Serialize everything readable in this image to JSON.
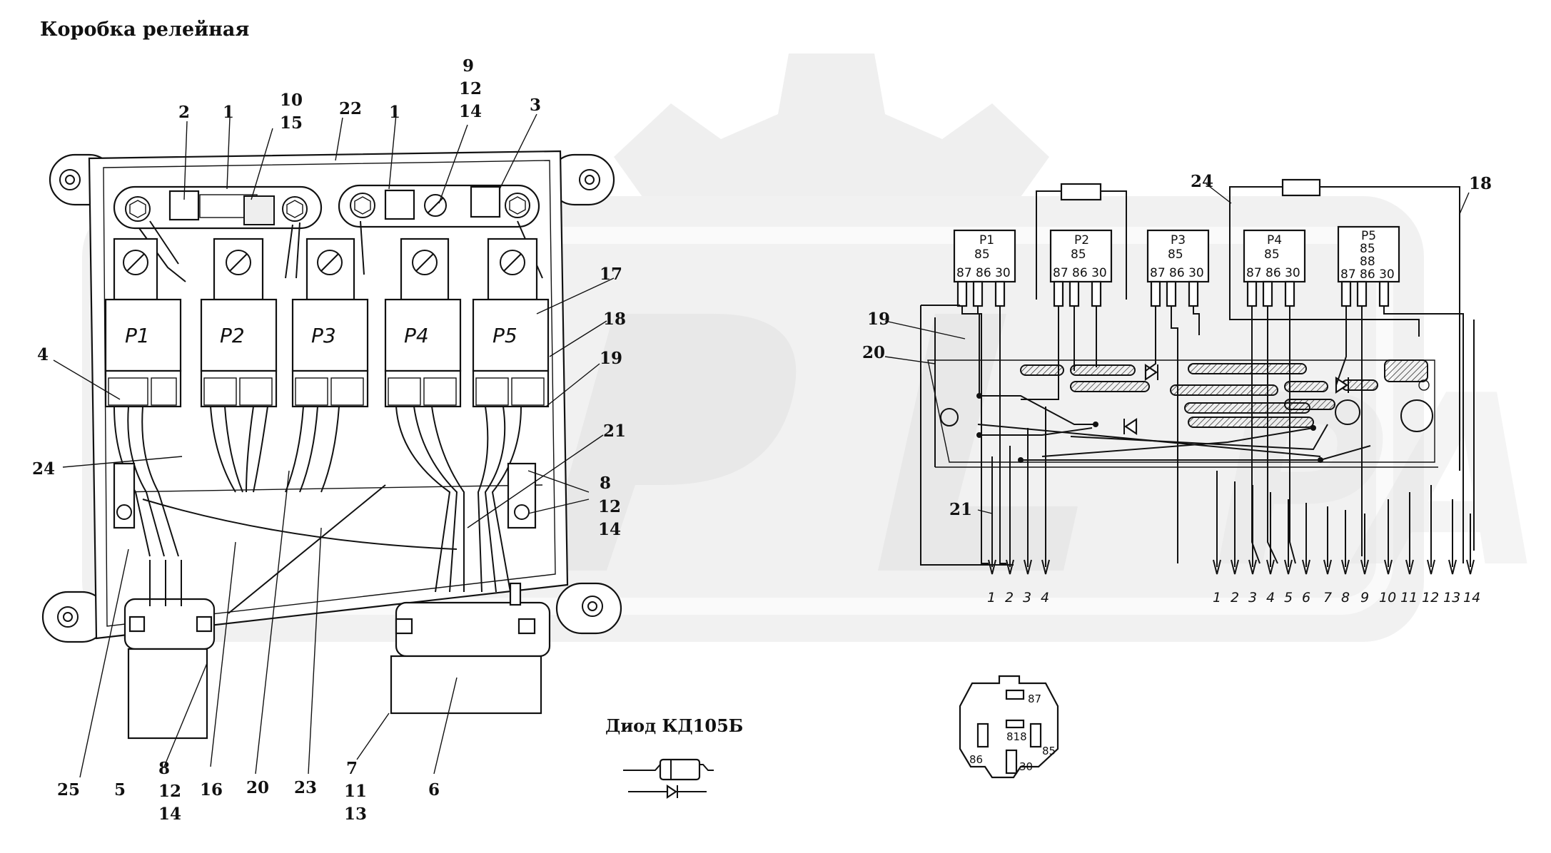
{
  "title": "Коробка релейная",
  "diode_caption": "Диод КД105Б",
  "watermark_text": "PA",
  "colors": {
    "ink": "#111111",
    "watermark": "#d8d8d8",
    "paper": "#ffffff"
  },
  "left_view": {
    "relays": [
      "Р1",
      "Р2",
      "Р3",
      "Р4",
      "Р5"
    ],
    "callouts_top": [
      "2",
      "1",
      "10",
      "15",
      "22",
      "1",
      "9",
      "12",
      "14",
      "3"
    ],
    "callouts_left": [
      "4",
      "24"
    ],
    "callouts_right": [
      "17",
      "18",
      "19",
      "21",
      "8",
      "12",
      "14"
    ],
    "callouts_bottom": [
      "25",
      "5",
      "8",
      "12",
      "14",
      "16",
      "20",
      "23",
      "7",
      "11",
      "13",
      "6"
    ]
  },
  "right_view": {
    "relays": [
      {
        "name": "Р1",
        "top": "",
        "pins": "87 86 30"
      },
      {
        "name": "Р2",
        "top": "85",
        "pins": "87 86 30"
      },
      {
        "name": "Р3",
        "top": "85",
        "pins": "87 86 30"
      },
      {
        "name": "Р4",
        "top": "85",
        "pins": "87 86 30"
      },
      {
        "name": "Р5",
        "top": "85",
        "extra": "88",
        "pins": "87 86 30"
      }
    ],
    "p1_85": "85",
    "callouts": [
      "24",
      "18",
      "19",
      "20",
      "21"
    ],
    "outputs_a": [
      "1",
      "2",
      "3",
      "4"
    ],
    "outputs_b": [
      "1",
      "2",
      "3",
      "4",
      "5",
      "6",
      "7",
      "8",
      "9",
      "10",
      "11",
      "12",
      "13",
      "14"
    ]
  },
  "socket_pins": [
    "87",
    "818",
    "86",
    "85",
    "30"
  ]
}
